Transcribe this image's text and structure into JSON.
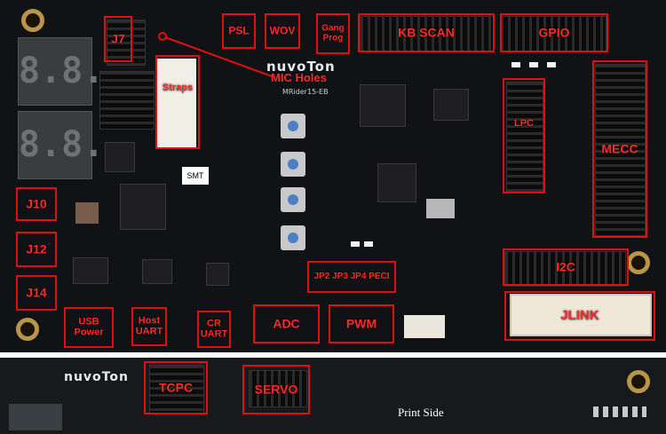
{
  "board": {
    "brand": "nuvoTon",
    "model": "MRider15-EB",
    "smt_sticker": "SMT",
    "seven_segment": [
      "8.8.",
      "8.8."
    ],
    "labels": {
      "j7": "J7",
      "straps": "Straps",
      "psl": "PSL",
      "wov": "WOV",
      "gang_prog": "Gang Prog",
      "kb_scan": "KB SCAN",
      "gpio": "GPIO",
      "mic_holes": "MIC Holes",
      "lpc": "LPC",
      "mecc": "MECC",
      "j10": "J10",
      "j12": "J12",
      "j14": "J14",
      "usb_power": "USB Power",
      "host_uart": "Host UART",
      "cr_uart": "CR UART",
      "adc": "ADC",
      "pwm": "PWM",
      "jp2_jp3_jp4_peci": "JP2 JP3 JP4 PECI",
      "i2c": "I2C",
      "jlink": "JLINK"
    }
  },
  "print_side": {
    "brand": "nuvoTon",
    "caption": "Print Side",
    "labels": {
      "tcpc": "TCPC",
      "servo": "SERVO"
    }
  },
  "colors": {
    "annotation": "#e01010",
    "pcb": "#101216",
    "gold": "#b9954a"
  }
}
